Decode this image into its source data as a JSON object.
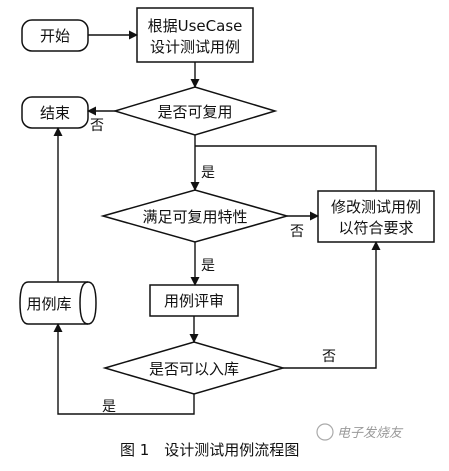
{
  "flowchart": {
    "nodes": {
      "start": "开始",
      "design": [
        "根据UseCase",
        "设计测试用例"
      ],
      "reusable_check": "是否可复用",
      "end": "结束",
      "meets_check": "满足可复用特性",
      "modify": [
        "修改测试用例",
        "以符合要求"
      ],
      "review": "用例评审",
      "storage_check": "是否可以入库",
      "library": "用例库"
    },
    "edge_labels": {
      "reusable_no": "否",
      "reusable_yes": "是",
      "meets_no": "否",
      "meets_yes": "是",
      "storage_no": "否",
      "storage_yes": "是"
    }
  },
  "caption": "图 1　设计测试用例流程图",
  "watermark": "电子发烧友"
}
